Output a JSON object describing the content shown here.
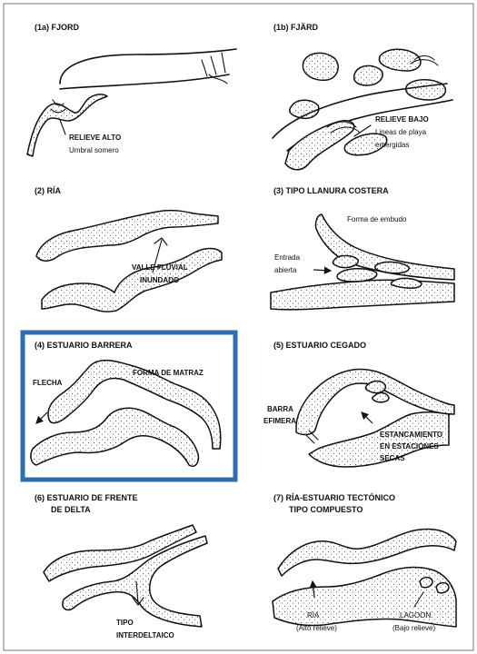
{
  "panels": {
    "p1a": {
      "title": "(1a) FJORD",
      "label1": "RELIEVE ALTO",
      "label2": "Umbral somero"
    },
    "p1b": {
      "title": "(1b) FJÄRD",
      "label1": "RELIEVE BAJO",
      "label2": "Lineas de playa",
      "label3": "emergidas"
    },
    "p2": {
      "title": "(2) RÍA",
      "label1": "VALLE FLUVIAL",
      "label2": "INUNDADO"
    },
    "p3": {
      "title": "(3) TIPO LLANURA COSTERA",
      "label1": "Forma de embudo",
      "label2": "Entrada",
      "label3": "abierta"
    },
    "p4": {
      "title": "(4) ESTUARIO BARRERA",
      "label1": "FORMA DE MATRAZ",
      "label2": "FLECHA",
      "highlight_color": "#2f6fb0"
    },
    "p5": {
      "title": "(5) ESTUARIO CEGADO",
      "label1": "BARRA",
      "label2": "EFIMERA",
      "label3": "ESTANCAMIENTO",
      "label4": "EN ESTACIONES",
      "label5": "SECAS"
    },
    "p6": {
      "title_line1": "(6) ESTUARIO DE FRENTE",
      "title_line2": "DE DELTA",
      "label1": "TIPO",
      "label2": "INTERDELTAICO"
    },
    "p7": {
      "title_line1": "(7) RÍA-ESTUARIO TECTÓNICO",
      "title_line2": "TIPO COMPUESTO",
      "label1": "RÍA",
      "label2": "(Alto relieve)",
      "label3": "LAGOON",
      "label4": "(Bajo relieve)"
    }
  }
}
